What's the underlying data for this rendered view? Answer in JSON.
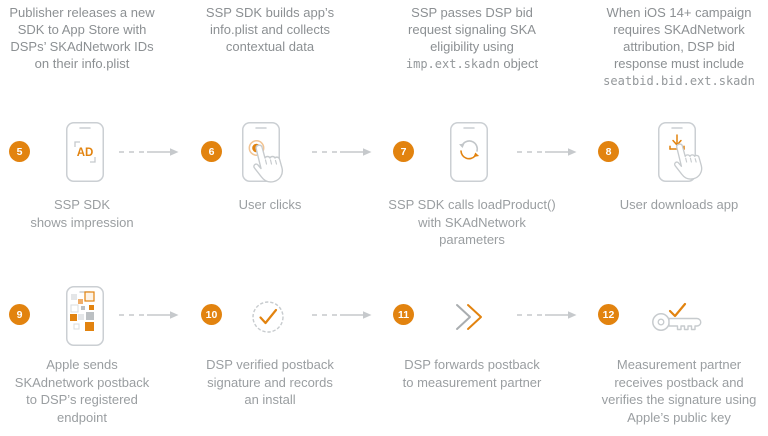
{
  "colors": {
    "accent_orange": "#E2830F",
    "description_gray": "#8C9093",
    "caption_gray": "#9A9EA1",
    "icon_stroke_gray": "#CBCFD3",
    "arrow_gray": "#C6C9CC"
  },
  "top_captions": [
    {
      "text": "Publisher releases a new\nSDK to App Store with\nDSPs’ SKAdNetwork IDs\non their info.plist",
      "code": "",
      "after": ""
    },
    {
      "text": "SSP SDK builds app’s\ninfo.plist and collects\ncontextual data",
      "code": "",
      "after": ""
    },
    {
      "text": "SSP passes DSP bid\nrequest signaling SKA\neligibility using\n",
      "code": "imp.ext.skadn",
      "after": " object"
    },
    {
      "text": "When iOS 14+ campaign\nrequires SKAdNetwork\nattribution, DSP bid\nresponse must include\n",
      "code": "seatbid.bid.ext.skadn",
      "after": ""
    }
  ],
  "steps": [
    {
      "number": "5",
      "icon": "phone-ad-icon",
      "ad_label": "AD",
      "caption": "SSP SDK\nshows impression"
    },
    {
      "number": "6",
      "icon": "phone-tap-hand-icon",
      "caption": "User clicks"
    },
    {
      "number": "7",
      "icon": "phone-refresh-icon",
      "caption": "SSP SDK calls loadProduct()\nwith SKAdNetwork\nparameters"
    },
    {
      "number": "8",
      "icon": "phone-download-hand-icon",
      "caption": "User downloads app"
    },
    {
      "number": "9",
      "icon": "phone-mosaic-icon",
      "caption": "Apple sends\nSKAdnetwork postback\nto DSP’s registered\nendpoint"
    },
    {
      "number": "10",
      "icon": "verified-badge-icon",
      "caption": "DSP verified postback\nsignature and records\nan install"
    },
    {
      "number": "11",
      "icon": "forward-chevrons-icon",
      "caption": "DSP forwards postback\nto measurement partner"
    },
    {
      "number": "12",
      "icon": "key-icon",
      "caption": "Measurement partner\nreceives postback and\nverifies the signature using\nApple’s public key"
    }
  ]
}
